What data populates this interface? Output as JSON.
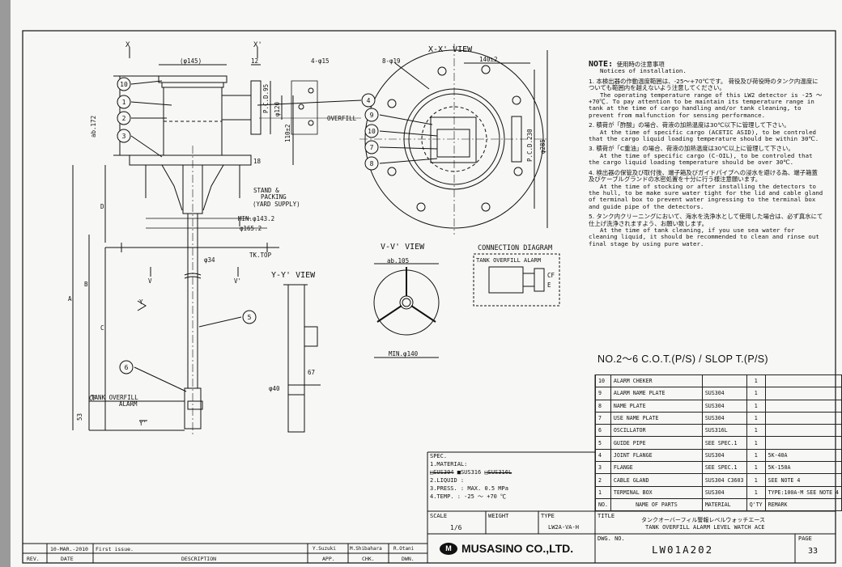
{
  "views": {
    "x_label": "X",
    "x_prime_label": "X'",
    "xx_view_title": "X-X' VIEW",
    "vv_view_title": "V-V' VIEW",
    "yy_view_title": "Y-Y' VIEW",
    "connection_title": "CONNECTION DIAGRAM",
    "connection_box_label": "TANK OVERFILL ALARM",
    "terminal_cf": "CF",
    "terminal_e": "E"
  },
  "dimensions": {
    "d145": "(φ145)",
    "d12": "12",
    "holes_4": "4-φ15",
    "holes_8": "8-φ19",
    "d140": "140±2",
    "pcd95": "P.C.D.95",
    "d120": "φ120",
    "ab172": "ab.172",
    "d110": "110±2",
    "d18": "18",
    "overfill": "OVERFILL",
    "stand": "STAND &",
    "packing": "PACKING",
    "yard": "(YARD SUPPLY)",
    "min1432": "MIN.φ143.2",
    "d1652": "φ165.2",
    "tktop": "TK.TOP",
    "d34": "φ34",
    "pcd230": "P.C.D.230",
    "d285": "φ285",
    "ab105": "ab.105",
    "min140": "MIN.φ140",
    "d67": "67",
    "d40": "φ40",
    "d53": "53",
    "cf": "CF",
    "a": "A",
    "b": "B",
    "c": "C",
    "d": "D",
    "v": "V",
    "v_prime": "V'",
    "y": "Y",
    "y_prime": "Y'",
    "alarm_line1": "TANK OVERFILL",
    "alarm_line2": "ALARM"
  },
  "notes": {
    "title": "NOTE:",
    "sub_jp": "使用時の注意事項",
    "sub_en": "Notices of installation.",
    "items": [
      {
        "jp": "1. 本検出器の作動温度範囲は、-25～+70℃です。 荷役及び荷役時のタンク内温度についても範囲内を越えないよう注意してください。",
        "en": "The operating temperature range of this LW2 detector is -25 ～ +70℃. To pay attention to be maintain its temperature range in tank at the time of cargo handling and/or tank cleaning, to prevent from malfunction for sensing performance."
      },
      {
        "jp": "2. 積荷が「酢酸」の場合、荷液の加熱温度は30℃以下に管理して下さい。",
        "en": "At the time of specific cargo (ACETIC ASID), to be controled that the cargo liquid loading temperature should be within 30℃."
      },
      {
        "jp": "3. 積荷が「C重油」の場合、荷液の加熱温度は30℃以上に管理して下さい。",
        "en": "At the time of specific cargo (C-OIL), to be controled that the cargo liquid loading temperature should be over 30℃."
      },
      {
        "jp": "4. 検出器の保管及び取付後、端子箱及びガイドパイプへの浸水を避ける為、端子箱蓋及びケーブルグランドの水密処置を十分に行う様注意願います。",
        "en": "At the time of stocking or after installing the detectors to the hull, to be make sure water tight for the lid and cable gland of terminal box to prevent water ingressing to the terminal box and guide pipe of the detectors."
      },
      {
        "jp": "5. タンク内クリーニングにおいて、海水を洗浄水として使用した場合は、必ず真水にて仕上げ洗浄されますよう、お願い致します。",
        "en": "At the time of tank cleaning, if you use sea water for cleaning liquid, it should be recommended to clean and rinse out final stage by using pure water."
      }
    ]
  },
  "heading": "NO.2～6 C.O.T.(P/S) / SLOP T.(P/S)",
  "parts": [
    {
      "no": "10",
      "name": "ALARM CHEKER",
      "material": "",
      "qty": "1",
      "remark": ""
    },
    {
      "no": "9",
      "name": "ALARM NAME PLATE",
      "material": "SUS304",
      "qty": "1",
      "remark": ""
    },
    {
      "no": "8",
      "name": "NAME PLATE",
      "material": "SUS304",
      "qty": "1",
      "remark": ""
    },
    {
      "no": "7",
      "name": "USE NAME PLATE",
      "material": "SUS304",
      "qty": "1",
      "remark": ""
    },
    {
      "no": "6",
      "name": "OSCILLATOR",
      "material": "SUS316L",
      "qty": "1",
      "remark": ""
    },
    {
      "no": "5",
      "name": "GUIDE PIPE",
      "material": "SEE SPEC.1",
      "qty": "1",
      "remark": ""
    },
    {
      "no": "4",
      "name": "JOINT FLANGE",
      "material": "SUS304",
      "qty": "1",
      "remark": "5K-40A"
    },
    {
      "no": "3",
      "name": "FLANGE",
      "material": "SEE SPEC.1",
      "qty": "1",
      "remark": "5K-150A"
    },
    {
      "no": "2",
      "name": "CABLE GLAND",
      "material": "SUS304 C3603",
      "qty": "1",
      "remark": "SEE NOTE 4"
    },
    {
      "no": "1",
      "name": "TERMINAL BOX",
      "material": "SUS304",
      "qty": "1",
      "remark": "TYPE:100A-M SEE NOTE 4"
    }
  ],
  "parts_header": {
    "no": "NO.",
    "name": "NAME OF PARTS",
    "material": "MATERIAL",
    "qty": "Q'TY",
    "remark": "REMARK"
  },
  "spec": {
    "title": "SPEC.",
    "material_label": "1.MATERIAL:",
    "material_opt1": "□SUS304",
    "material_opt2": "■SUS316",
    "material_opt3": "□SUS316L",
    "liquid_label": "2.LIQUID   :",
    "press_label": "3.PRESS.   :",
    "press_value": "MAX. 0.5 MPa",
    "temp_label": "4.TEMP.    :",
    "temp_value": "-25 ～ +70 ℃"
  },
  "title_block": {
    "scale_label": "SCALE",
    "scale_value": "1/6",
    "weight_label": "WEIGHT",
    "type_label": "TYPE",
    "type_value": "LW2A-VA-H",
    "title_label": "TITLE",
    "title_jp": "タンクオーバーフィル警報レベルウォッチエース",
    "title_en": "TANK OVERFILL ALARM LEVEL WATCH ACE",
    "dwg_label": "DWG. NO.",
    "dwg_value": "LW01A202",
    "page_label": "PAGE",
    "page_value": "33",
    "company": "MUSASINO CO.,LTD.",
    "revision_date": "10-MAR.-2010",
    "revision_desc": "First issue.",
    "app": "Y.Suzuki",
    "chk": "M.Shibahara",
    "dwn": "R.Otani",
    "rev_header": "REV.",
    "date_header": "DATE",
    "desc_header": "DESCRIPTION",
    "app_header": "APP.",
    "chk_header": "CHK.",
    "dwn_header": "DWN."
  },
  "balloons": [
    "1",
    "2",
    "3",
    "4",
    "5",
    "6",
    "7",
    "8",
    "9",
    "10"
  ]
}
